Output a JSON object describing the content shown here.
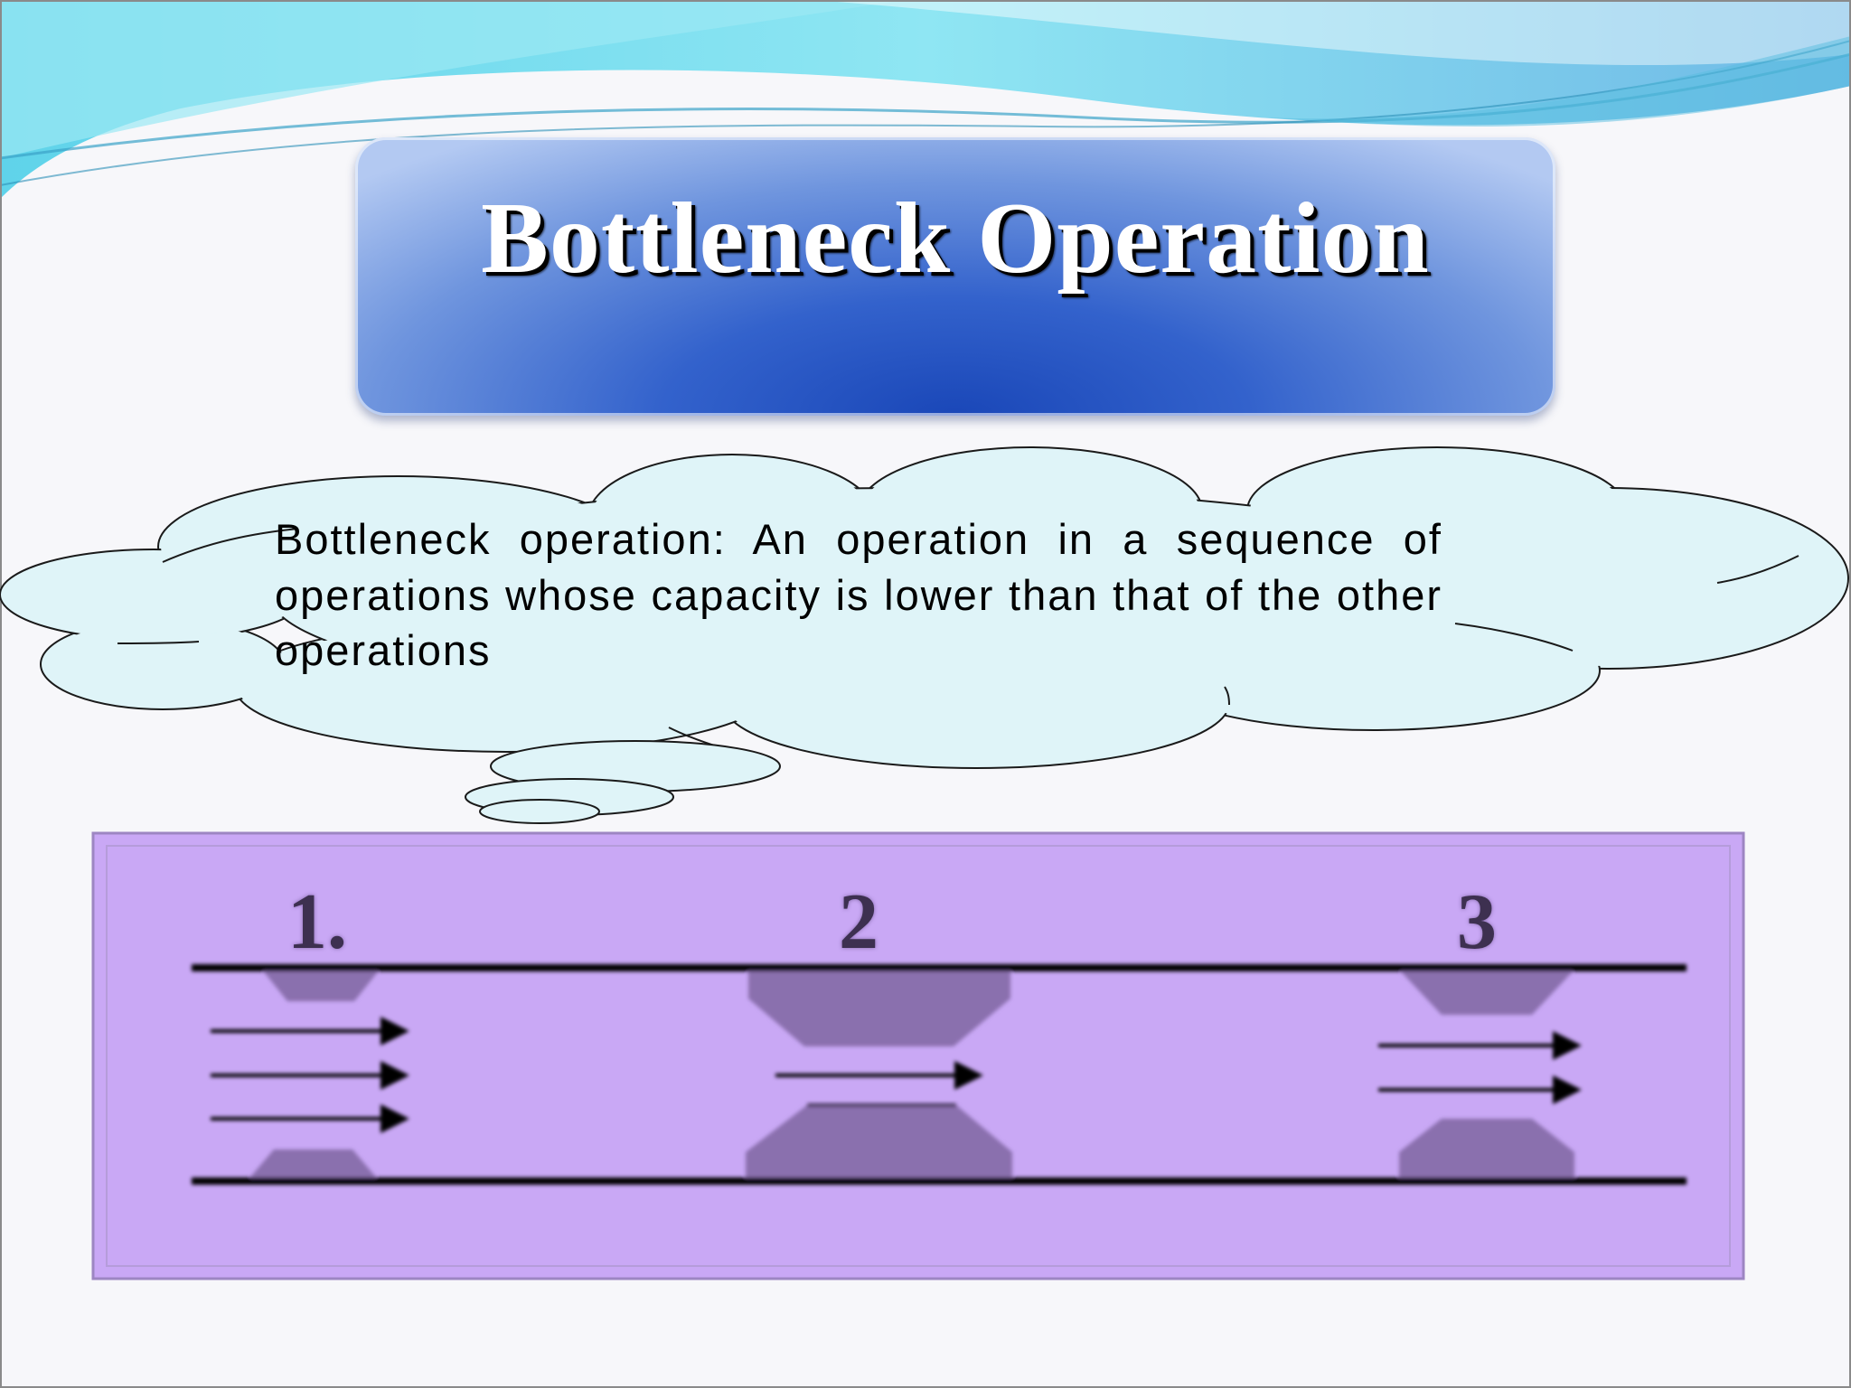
{
  "slide": {
    "title": "Bottleneck Operation",
    "definition": "Bottleneck operation: An operation in a sequence of operations whose capacity is lower than that of the other operations"
  },
  "diagram": {
    "stages": [
      {
        "label": "1."
      },
      {
        "label": "2"
      },
      {
        "label": "3"
      }
    ],
    "colors": {
      "panel": "#c9a8f5",
      "constriction": "#8a6fae",
      "line": "#000000"
    }
  },
  "colors": {
    "title_dark": "#1a47b8",
    "title_light": "#b3c9f2",
    "cloud_fill": "#dff4f8",
    "wave_cyan": "#7fdcee"
  }
}
